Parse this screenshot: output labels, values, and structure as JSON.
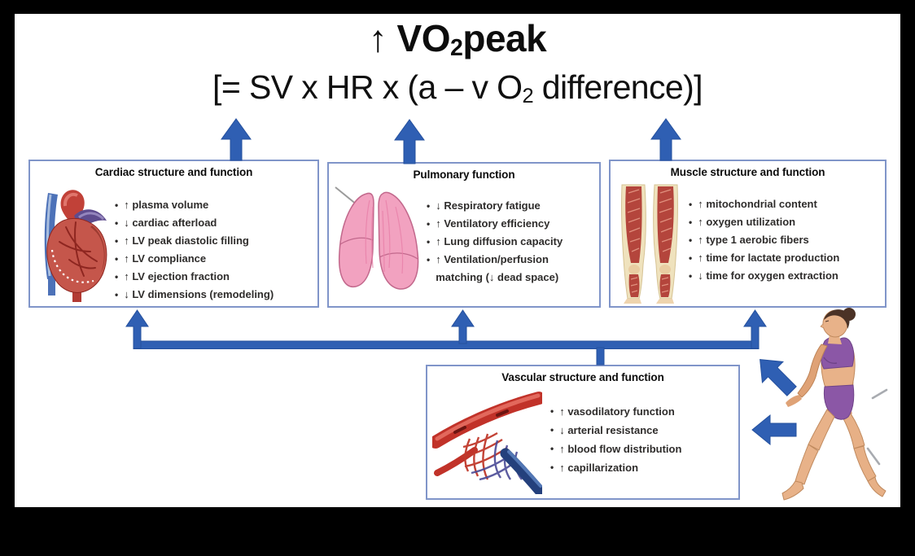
{
  "window": {
    "background": "#000000",
    "canvas_background": "#ffffff"
  },
  "colors": {
    "arrow_blue": "#2f5fb3",
    "box_border": "#8095c9",
    "heading_text": "#0d0d0d",
    "bullet_text": "#2e2c2b",
    "motion_dash_gray": "#a8abb0",
    "person_outfit_purple": "#8b57a6"
  },
  "glyphs": {
    "bullet": "•",
    "up_arrow": "↑",
    "down_arrow": "↓"
  },
  "header": {
    "title": {
      "prefix": "↑ VO",
      "subscript": "2",
      "suffix": "peak"
    },
    "formula": {
      "prefix": "[= SV x HR x (a – v O",
      "subscript": "2",
      "suffix": " difference)]"
    }
  },
  "boxes": {
    "cardiac": {
      "title": "Cardiac structure and function",
      "icon": "heart-illustration",
      "bullets": [
        "↑ plasma volume",
        "↓ cardiac afterload",
        "↑ LV peak diastolic filling",
        "↑ LV compliance",
        "↑ LV ejection fraction",
        "↓ LV dimensions (remodeling)"
      ]
    },
    "pulmonary": {
      "title": "Pulmonary function",
      "icon": "lungs-illustration",
      "bullets": [
        "↓ Respiratory fatigue",
        "↑ Ventilatory efficiency",
        "↑ Lung diffusion capacity",
        "↑ Ventilation/perfusion matching (↓ dead space)"
      ]
    },
    "muscle": {
      "title": "Muscle structure and function",
      "icon": "leg-muscles-illustration",
      "bullets": [
        "↑ mitochondrial content",
        "↑ oxygen utilization",
        "↑ type 1 aerobic fibers",
        "↑ time for lactate production",
        "↓ time for oxygen extraction"
      ]
    },
    "vascular": {
      "title": "Vascular structure and function",
      "icon": "blood-vessels-illustration",
      "bullets": [
        "↑ vasodilatory function",
        "↓ arterial resistance",
        "↑ blood flow distribution",
        "↑ capillarization"
      ]
    }
  },
  "figures": {
    "person": "walking-woman-illustration"
  }
}
